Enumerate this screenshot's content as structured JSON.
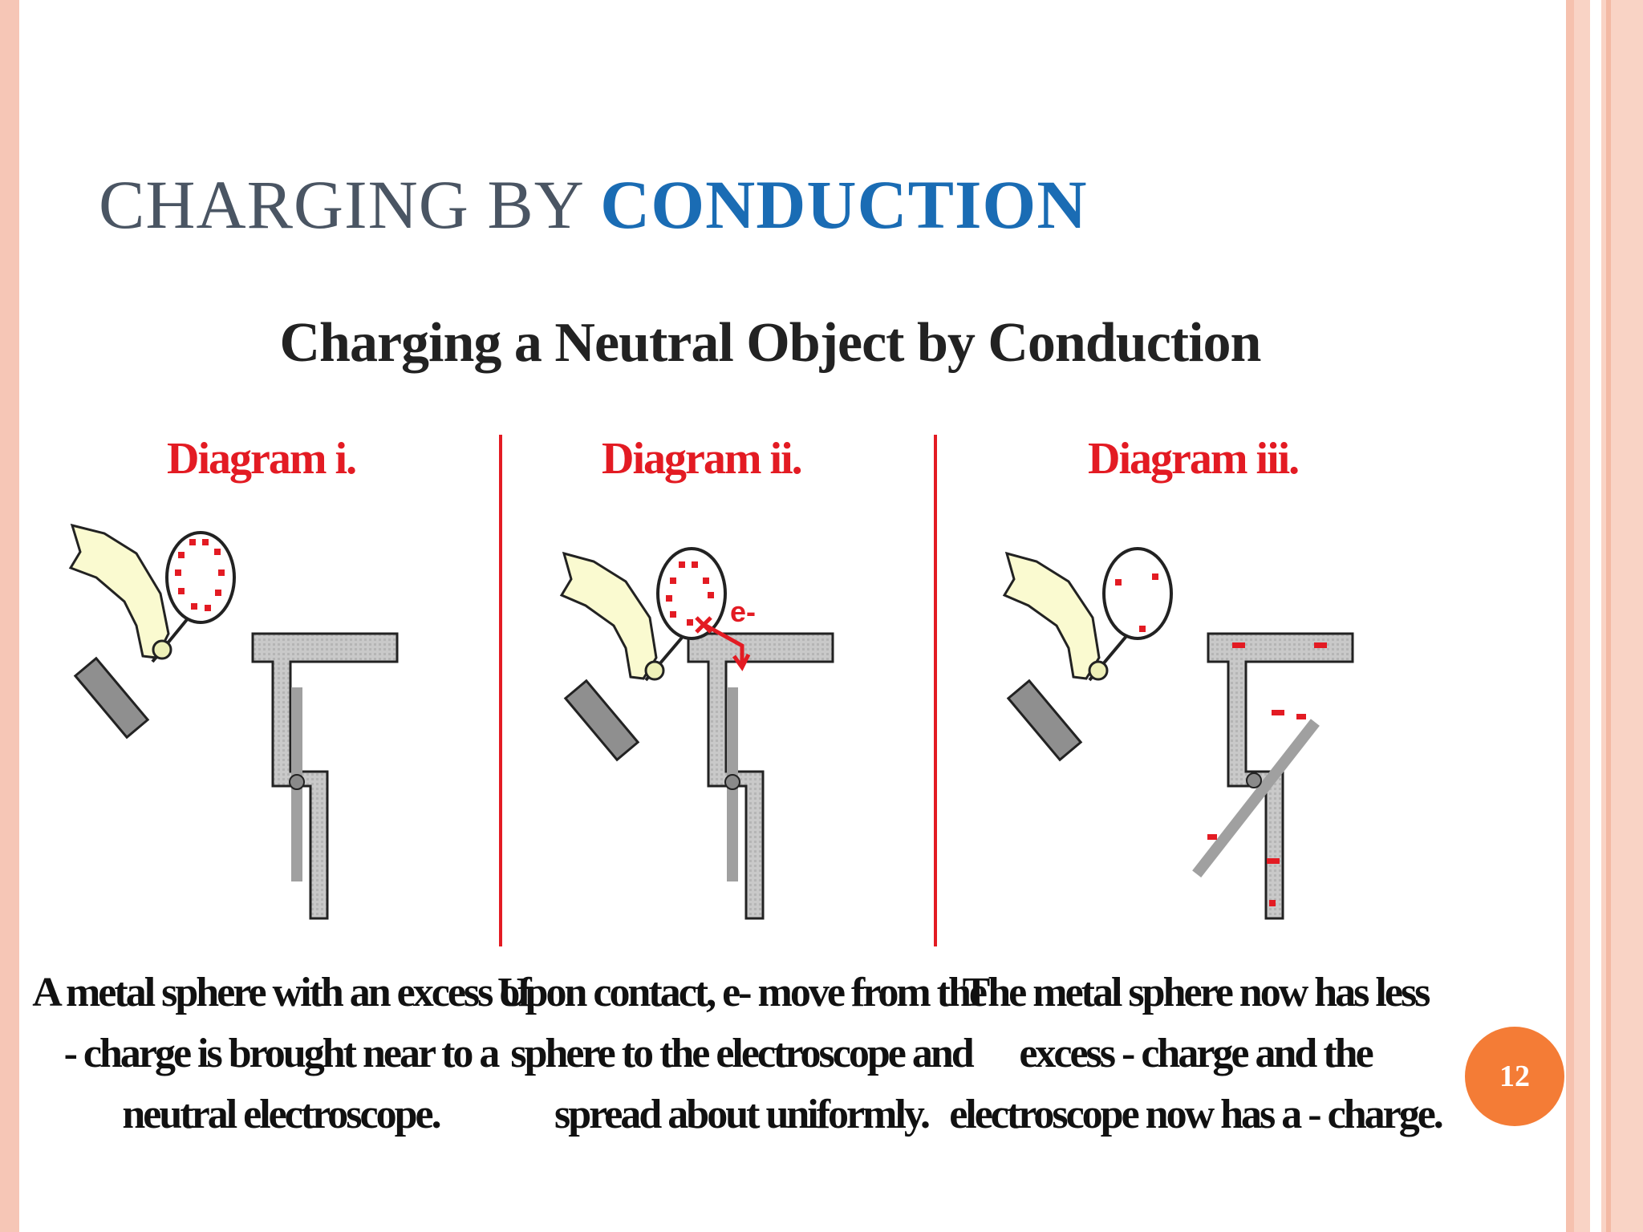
{
  "slide": {
    "title_plain": "CHARGING BY ",
    "title_accent": "CONDUCTION",
    "page_number": "12"
  },
  "figure": {
    "title": "Charging a Neutral Object by Conduction",
    "panels": [
      {
        "label": "Diagram i.",
        "caption": "A metal sphere with an excess of - charge is brought near to a neutral electroscope."
      },
      {
        "label": "Diagram ii.",
        "caption": "Upon contact, e- move from the sphere to the electroscope and spread about uniformly."
      },
      {
        "label": "Diagram iii.",
        "caption": "The metal sphere now has less excess - charge and the electroscope now has a - charge."
      }
    ],
    "electron_label": "e-"
  },
  "colors": {
    "title_gray": "#4a5563",
    "title_blue": "#1a6cb4",
    "charge_red": "#e31b23",
    "badge_orange": "#f47c36",
    "frame_peach": "#f6c6b6"
  }
}
